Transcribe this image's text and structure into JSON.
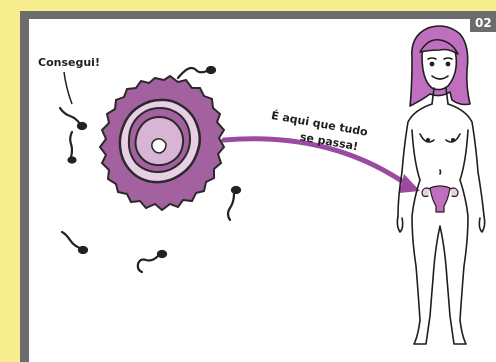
{
  "page_number": "02",
  "speech_sperm": "Consegui!",
  "caption_line1": "É aqui que tudo",
  "caption_line2": "se passa!",
  "colors": {
    "background": "#f6ee8f",
    "frame": "#6c6c6c",
    "purple": "#a4619f",
    "purple_light": "#d8b4d5",
    "arrow": "#9a4aa0"
  }
}
